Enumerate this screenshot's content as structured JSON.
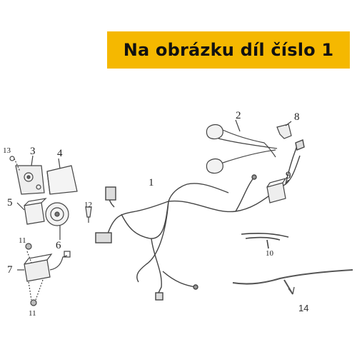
{
  "banner": {
    "text": "Na obrázku díl číslo 1"
  },
  "callouts": [
    "1",
    "2",
    "3",
    "4",
    "5",
    "6",
    "7",
    "8",
    "9",
    "10",
    "11",
    "11",
    "12",
    "13",
    "14"
  ],
  "colors": {
    "banner": "#f5b800",
    "ink": "#333333"
  }
}
